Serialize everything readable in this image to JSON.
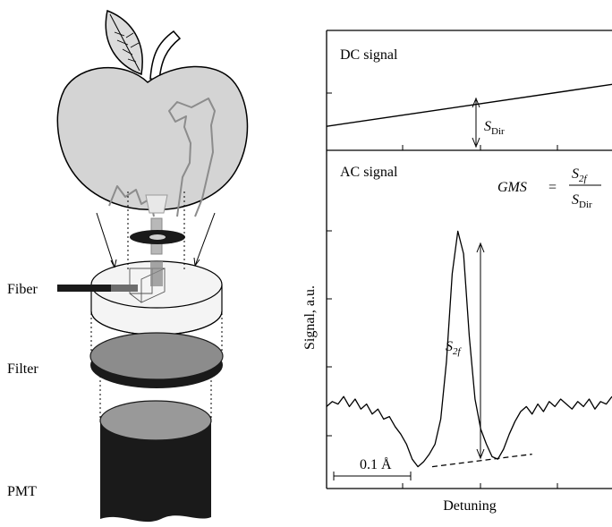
{
  "apparatus": {
    "labels": {
      "fiber": "Fiber",
      "filter": "Filter",
      "pmt": "PMT"
    }
  },
  "chart_data": [
    {
      "type": "line",
      "panel": "DC signal",
      "title": "DC signal",
      "series": [
        {
          "x": [
            0,
            1
          ],
          "y": [
            0.2,
            0.55
          ]
        }
      ],
      "annotation": {
        "symbol": "S",
        "subscript": "Dir"
      }
    },
    {
      "type": "line",
      "panel": "AC signal",
      "title": "AC signal",
      "ylabel": "Signal, a.u.",
      "xlabel": "Detuning",
      "formula": {
        "lhs": "GMS",
        "eq": "=",
        "num_symbol": "S",
        "num_sub": "2f",
        "den_symbol": "S",
        "den_sub": "Dir"
      },
      "peak_label": {
        "symbol": "S",
        "subscript": "2f"
      },
      "scale_bar": "0.1 Å",
      "series": [
        {
          "x": [
            0.0,
            0.02,
            0.04,
            0.06,
            0.08,
            0.1,
            0.12,
            0.14,
            0.16,
            0.18,
            0.2,
            0.22,
            0.24,
            0.26,
            0.28,
            0.3,
            0.32,
            0.34,
            0.36,
            0.38,
            0.4,
            0.42,
            0.44,
            0.46,
            0.48,
            0.5,
            0.52,
            0.54,
            0.56,
            0.58,
            0.6,
            0.62,
            0.64,
            0.66,
            0.68,
            0.7,
            0.72,
            0.74,
            0.76,
            0.78,
            0.8,
            0.82,
            0.84,
            0.86,
            0.88,
            0.9,
            0.92,
            0.94,
            0.96,
            0.98,
            1.0
          ],
          "y": [
            0.27,
            0.29,
            0.28,
            0.31,
            0.27,
            0.3,
            0.26,
            0.28,
            0.24,
            0.26,
            0.22,
            0.23,
            0.19,
            0.16,
            0.12,
            0.06,
            0.03,
            0.05,
            0.08,
            0.12,
            0.22,
            0.45,
            0.8,
            0.97,
            0.88,
            0.55,
            0.3,
            0.18,
            0.12,
            0.07,
            0.06,
            0.1,
            0.16,
            0.21,
            0.25,
            0.27,
            0.24,
            0.28,
            0.25,
            0.29,
            0.27,
            0.3,
            0.28,
            0.26,
            0.29,
            0.27,
            0.3,
            0.26,
            0.29,
            0.28,
            0.31
          ]
        }
      ],
      "baseline": {
        "x": [
          0.37,
          0.72
        ],
        "y": [
          0.03,
          0.08
        ],
        "style": "dashed"
      }
    }
  ]
}
